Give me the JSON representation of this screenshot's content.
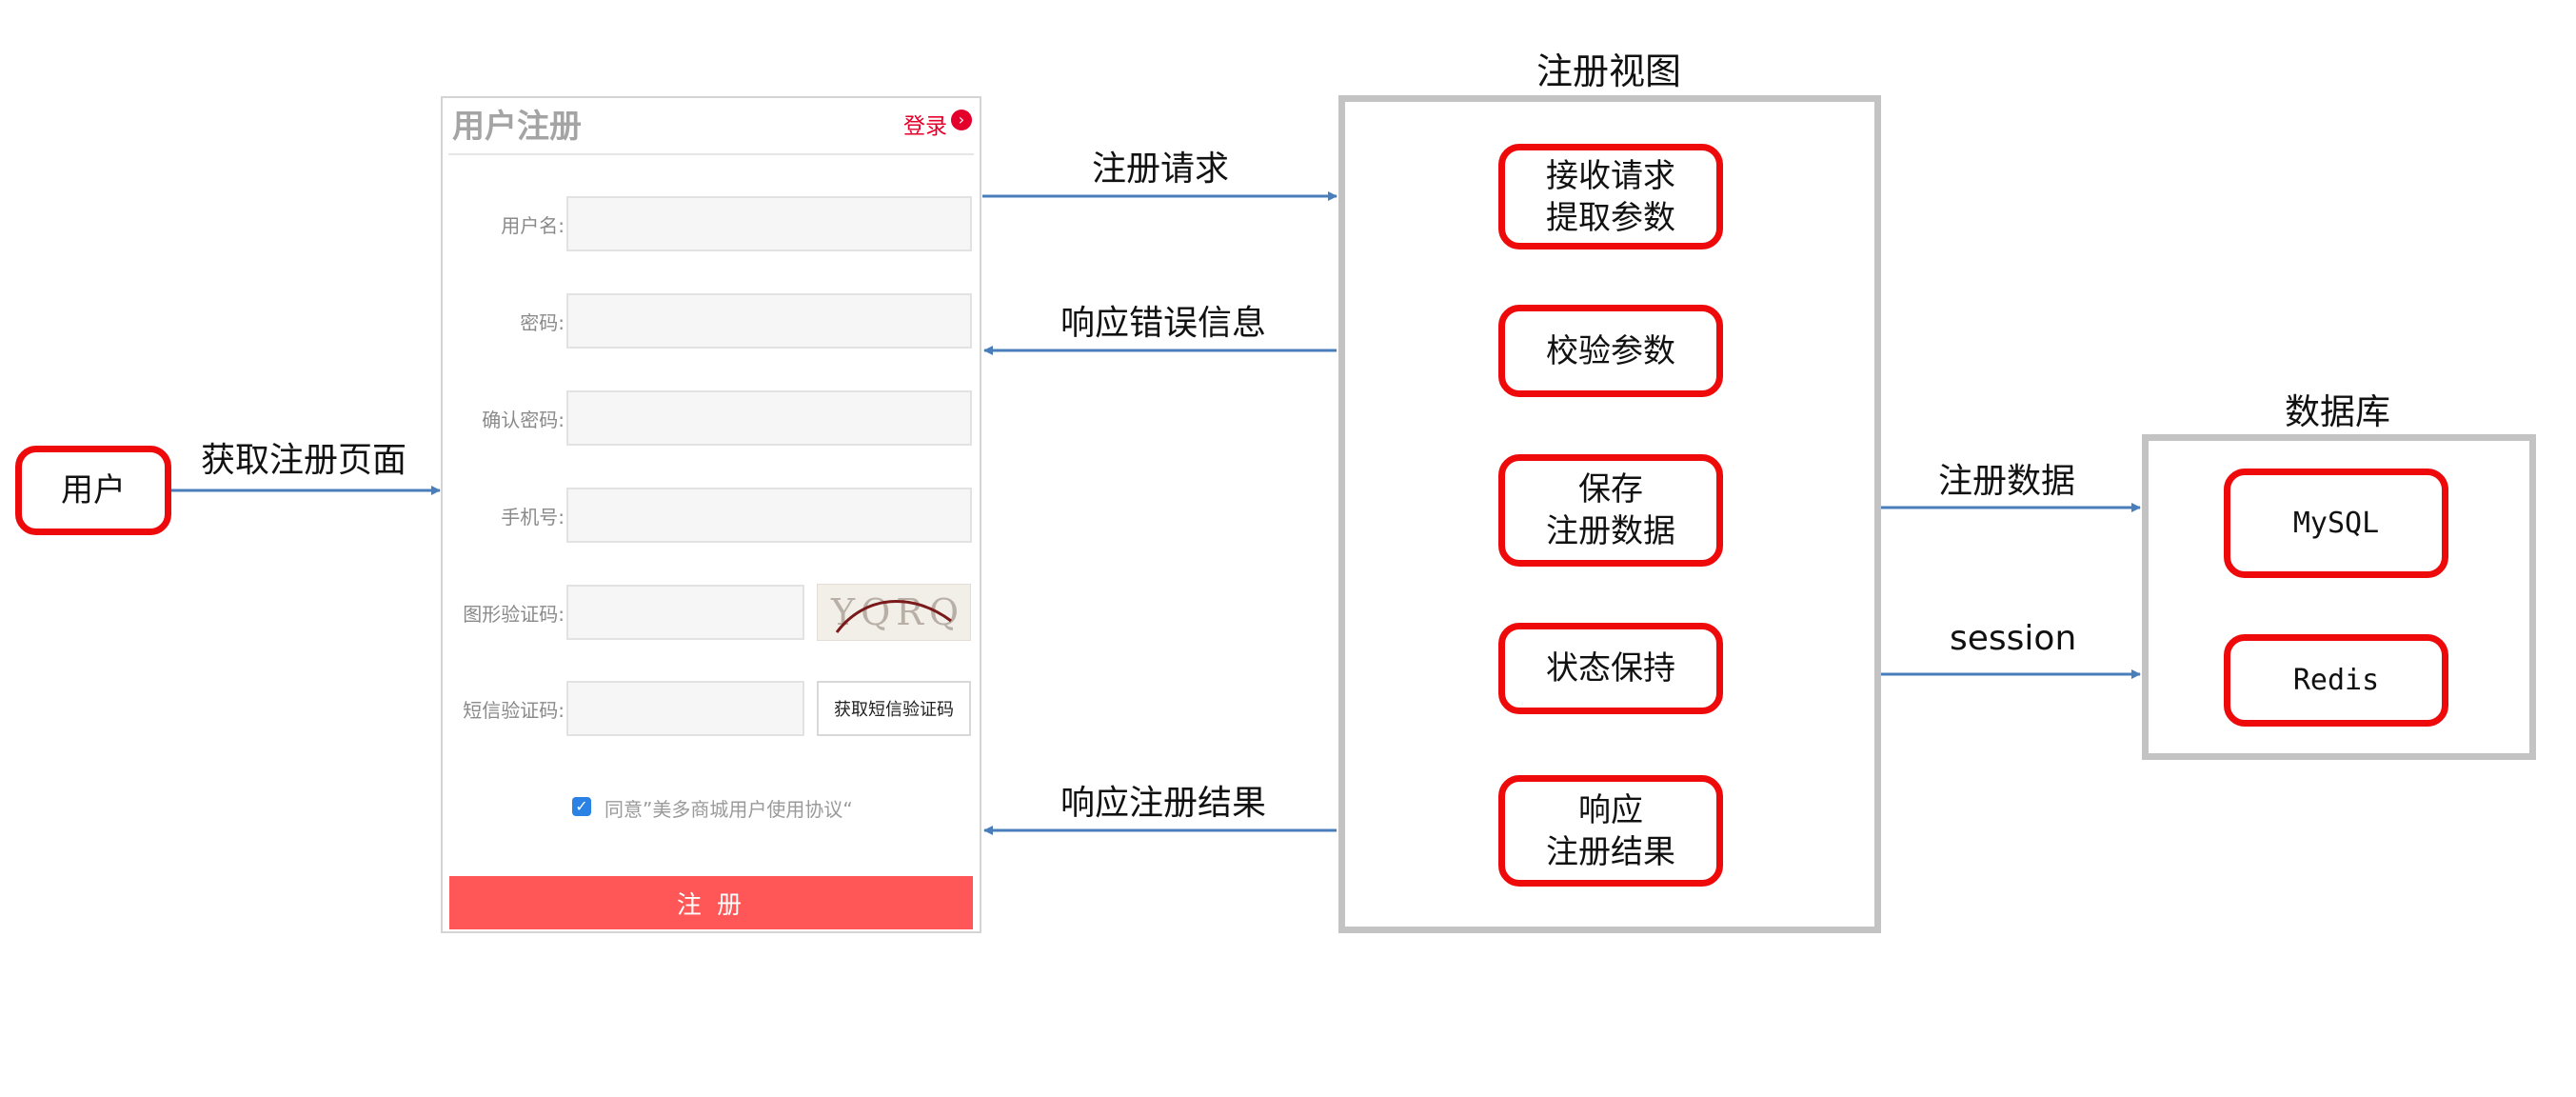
{
  "user_node": {
    "label": "用户"
  },
  "labels": {
    "get_page": "获取注册页面",
    "register_request": "注册请求",
    "error_response": "响应错误信息",
    "result_response": "响应注册结果",
    "register_data": "注册数据",
    "session": "session"
  },
  "register_view": {
    "title": "注册视图",
    "steps": [
      "接收请求\n提取参数",
      "校验参数",
      "保存\n注册数据",
      "状态保持",
      "响应\n注册结果"
    ]
  },
  "database": {
    "title": "数据库",
    "items": [
      "MySQL",
      "Redis"
    ]
  },
  "form": {
    "title": "用户注册",
    "login_link": "登录",
    "login_icon": "›",
    "fields": {
      "username": "用户名:",
      "password": "密码:",
      "confirm_password": "确认密码:",
      "phone": "手机号:",
      "image_code": "图形验证码:",
      "sms_code": "短信验证码:"
    },
    "captcha_text": "YQRQ",
    "sms_button": "获取短信验证码",
    "checkbox_mark": "✓",
    "agreement": "同意”美多商城用户使用协议“",
    "submit": "注 册"
  },
  "colors": {
    "box_border": "#ee0a0a",
    "container_border": "#c3c3c3",
    "arrow": "#4a7ebb",
    "submit_bg": "#ff5757",
    "login_red": "#e4002b"
  }
}
